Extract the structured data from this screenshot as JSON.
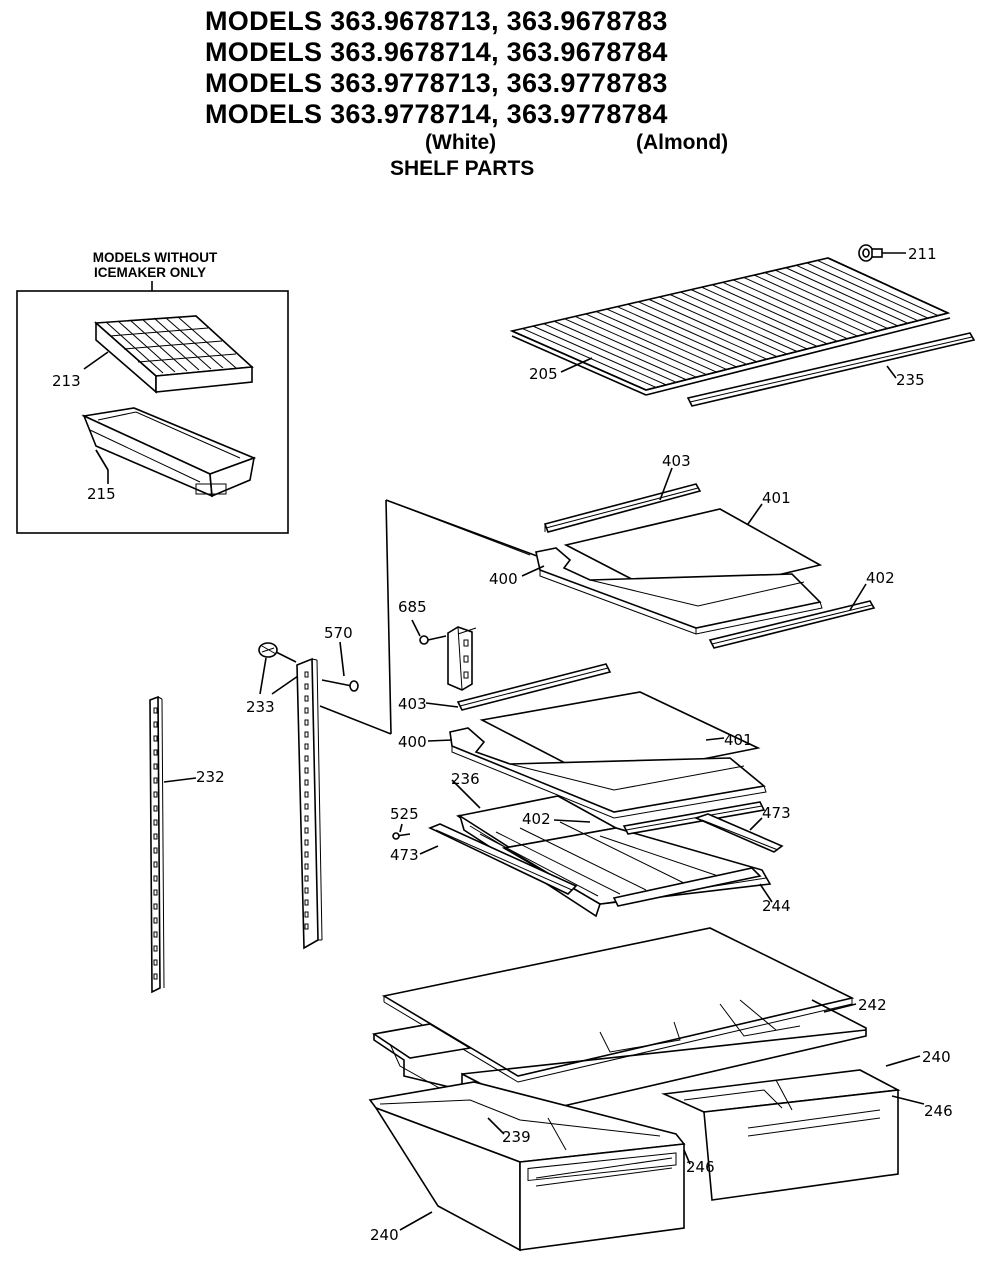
{
  "header": {
    "model_lines": [
      "MODELS 363.9678713, 363.9678783",
      "MODELS 363.9678714, 363.9678784",
      "MODELS 363.9778713, 363.9778783",
      "MODELS 363.9778714, 363.9778784"
    ],
    "color_white": "(White)",
    "color_almond": "(Almond)",
    "section_title": "SHELF PARTS"
  },
  "inset": {
    "title_line1": "MODELS WITHOUT",
    "title_line2": "ICEMAKER ONLY",
    "parts": [
      "213",
      "215"
    ]
  },
  "callouts": {
    "p211": "211",
    "p205": "205",
    "p235": "235",
    "p403a": "403",
    "p401a": "401",
    "p400a": "400",
    "p402a": "402",
    "p685": "685",
    "p570": "570",
    "p233": "233",
    "p403b": "403",
    "p401b": "401",
    "p400b": "400",
    "p232": "232",
    "p236": "236",
    "p525": "525",
    "p402b": "402",
    "p473a": "473",
    "p473b": "473",
    "p244": "244",
    "p242": "242",
    "p240a": "240",
    "p246a": "246",
    "p239": "239",
    "p246b": "246",
    "p240b": "240"
  }
}
